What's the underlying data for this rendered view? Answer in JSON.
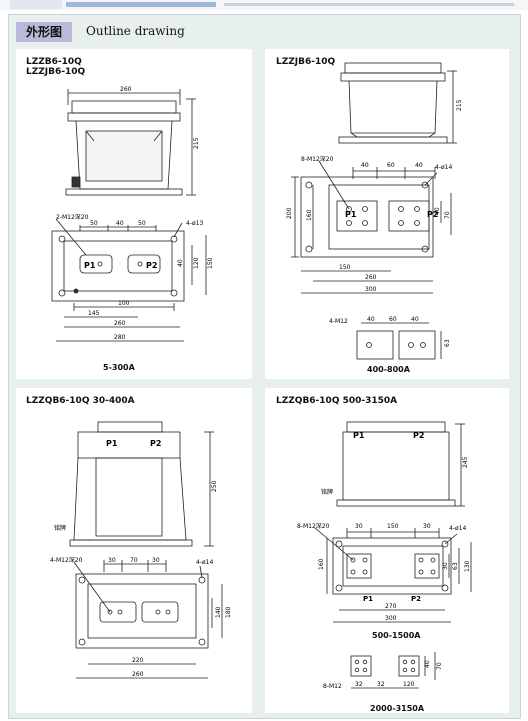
{
  "header": {
    "tag": "外形图",
    "title": "Outline drawing"
  },
  "panels": {
    "tl": {
      "model1": "LZZB6-10Q",
      "model2": "LZZJB6-10Q",
      "range": "5-300A",
      "dims": {
        "top_width": "260",
        "height": "215",
        "holes": "2-M12深20",
        "spacing1": "50",
        "spacing2": "40",
        "spacing3": "50",
        "mount": "4-ø13",
        "p1": "P1",
        "p2": "P2",
        "d100": "100",
        "d145": "145",
        "d260": "260",
        "d280": "280",
        "d120": "120",
        "d150": "150",
        "d40": "40"
      }
    },
    "tr": {
      "model": "LZZJB6-10Q",
      "range": "400-800A",
      "dims": {
        "height": "215",
        "holes": "8-M12深20",
        "d40a": "40",
        "d60": "60",
        "d40b": "40",
        "mount": "4-ø14",
        "p1": "P1",
        "p2": "P2",
        "d200": "200",
        "d160": "160",
        "d40": "40",
        "d70": "70",
        "d150": "150",
        "d260": "260",
        "d300": "300",
        "m12": "4-M12",
        "s40a": "40",
        "s60": "60",
        "s40b": "40",
        "s63": "63"
      }
    },
    "bl": {
      "model": "LZZQB6-10Q  30-400A",
      "dims": {
        "p1": "P1",
        "p2": "P2",
        "height": "250",
        "plate": "铭牌",
        "holes": "4-M12深20",
        "d30a": "30",
        "d70": "70",
        "d30b": "30",
        "mount": "4-ø14",
        "d140": "140",
        "d180": "180",
        "d220": "220",
        "d260": "260"
      }
    },
    "br": {
      "model": "LZZQB6-10Q  500-3150A",
      "range1": "500-1500A",
      "range2": "2000-3150A",
      "dims": {
        "p1": "P1",
        "p2": "P2",
        "height": "245",
        "plate": "铭牌",
        "holes": "8-M12深20",
        "d30a": "30",
        "d150": "150",
        "d30b": "30",
        "mount": "4-ø14",
        "d160": "160",
        "d30": "30",
        "d63": "63",
        "d130": "130",
        "d270": "270",
        "d300": "300",
        "m12": "8-M12",
        "s32a": "32",
        "s32b": "32",
        "s120": "120",
        "s40": "40",
        "s70": "70"
      }
    }
  }
}
